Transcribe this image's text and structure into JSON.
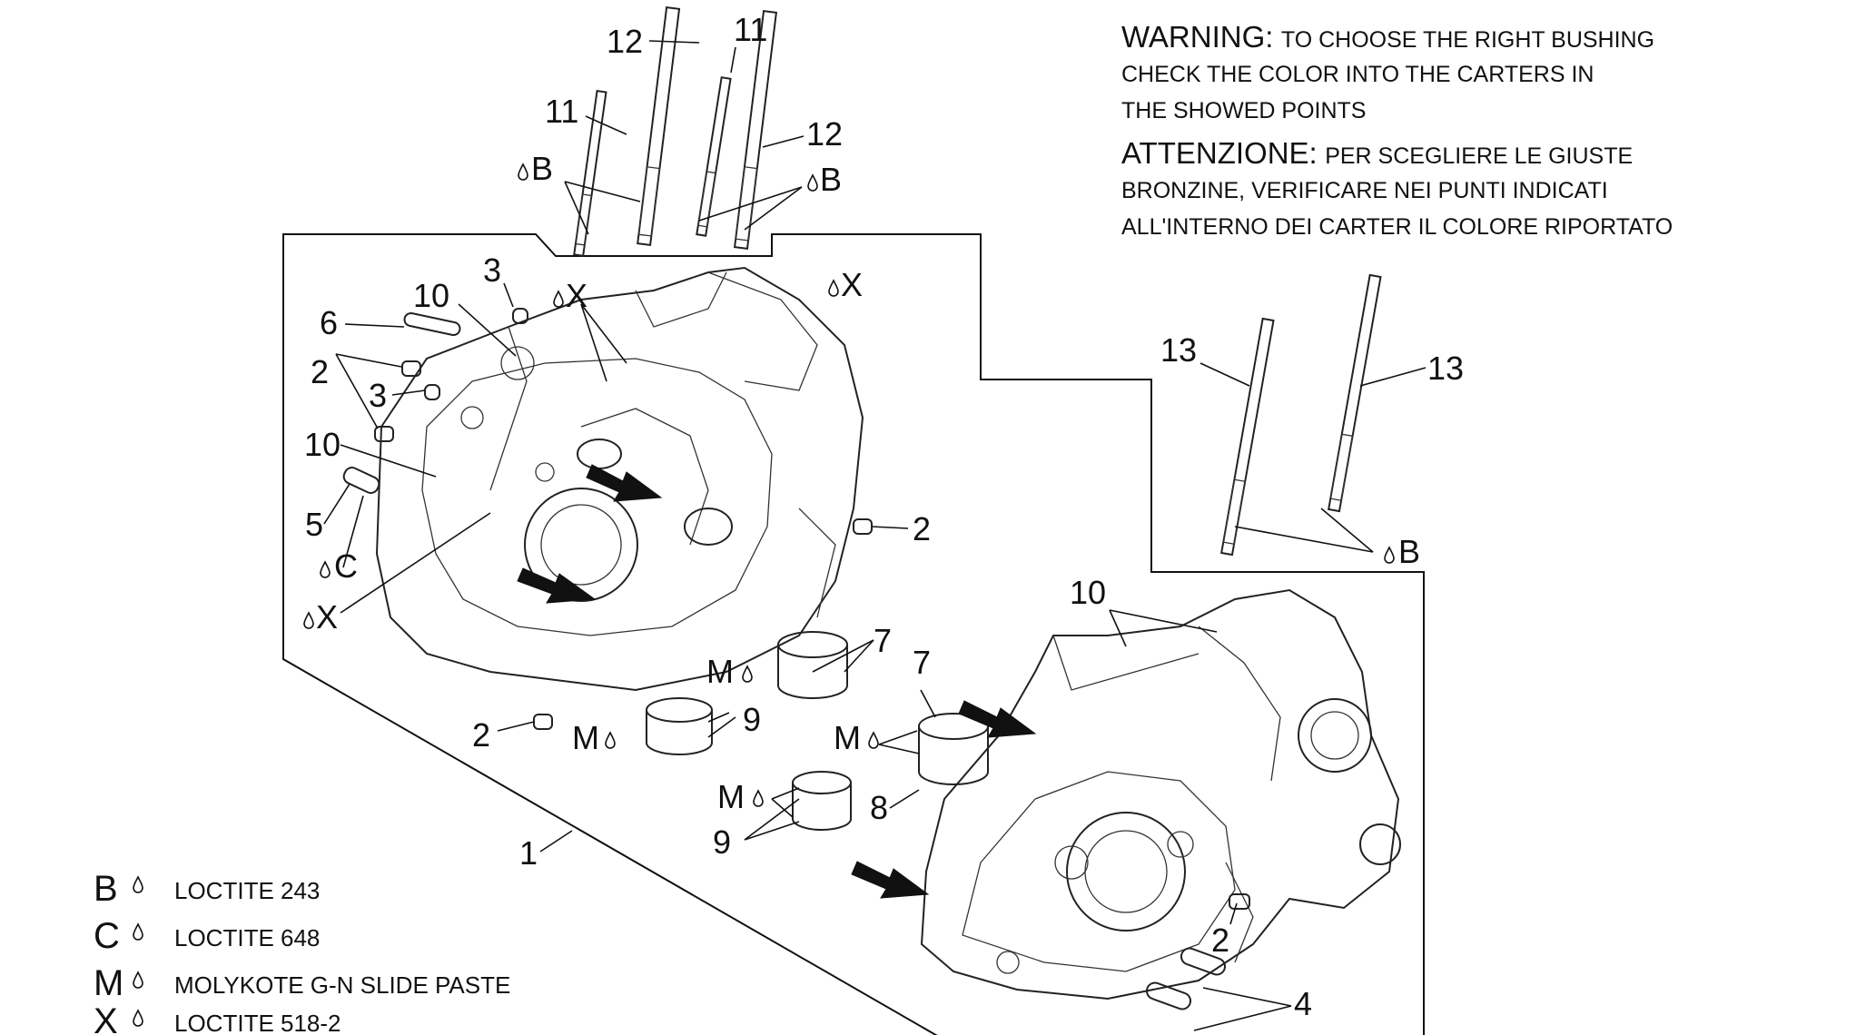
{
  "warning": {
    "title": "WARNING:",
    "line1": "TO CHOOSE THE RIGHT BUSHING",
    "line2": "CHECK THE COLOR INTO THE CARTERS IN",
    "line3": "THE SHOWED POINTS"
  },
  "attenzione": {
    "title": "ATTENZIONE:",
    "line1": "PER SCEGLIERE LE GIUSTE",
    "line2": "BRONZINE, VERIFICARE NEI PUNTI INDICATI",
    "line3": "ALL'INTERNO DEI CARTER IL COLORE RIPORTATO"
  },
  "legend": [
    {
      "key": "B",
      "desc": "LOCTITE 243"
    },
    {
      "key": "C",
      "desc": "LOCTITE 648"
    },
    {
      "key": "M",
      "desc": "MOLYKOTE G-N SLIDE PASTE"
    },
    {
      "key": "X",
      "desc": "LOCTITE 518-2"
    }
  ],
  "callouts": {
    "c12a": "12",
    "c11a": "11",
    "c11b": "11",
    "c12b": "12",
    "cBa": "B",
    "cBb": "B",
    "cBc": "B",
    "c10a": "10",
    "c3a": "3",
    "cXa": "X",
    "cXb": "X",
    "c6": "6",
    "c2a": "2",
    "c3b": "3",
    "c10b": "10",
    "c5": "5",
    "cC": "C",
    "cXc": "X",
    "c2b": "2",
    "c7a": "7",
    "cMa": "M",
    "c2c": "2",
    "cMb": "M",
    "c9a": "9",
    "c13a": "13",
    "c13b": "13",
    "c10c": "10",
    "c7b": "7",
    "cMc": "M",
    "c8": "8",
    "cMd": "M",
    "c9b": "9",
    "c1": "1",
    "c2d": "2",
    "c4": "4"
  },
  "icons": [
    "drop-icon",
    "arrow-icon",
    "crankcase-half",
    "stud-bolt",
    "bushing",
    "dowel-pin"
  ]
}
